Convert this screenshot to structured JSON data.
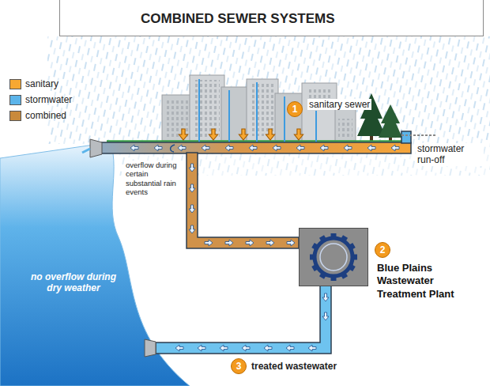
{
  "diagram": {
    "title": "COMBINED SEWER SYSTEMS",
    "nodes": [
      {
        "text": [
          "1"
        ]
      },
      {
        "text": [
          "Blue Plains Wastewater Treatment Plant"
        ]
      },
      {
        "text": [
          "2"
        ]
      },
      {
        "text": [
          "3"
        ]
      }
    ],
    "labels": [
      "sanitary sewer",
      "stormwater run-off",
      "overflow during certain substantial rain events",
      "no overflow during dry weather",
      "treated wastewater"
    ],
    "legend": [
      {
        "text": "sanitary",
        "color": "#f7a833"
      },
      {
        "text": "stormwater",
        "color": "#5bb4ea"
      },
      {
        "text": "combined",
        "color": "#c98a3c"
      }
    ]
  }
}
